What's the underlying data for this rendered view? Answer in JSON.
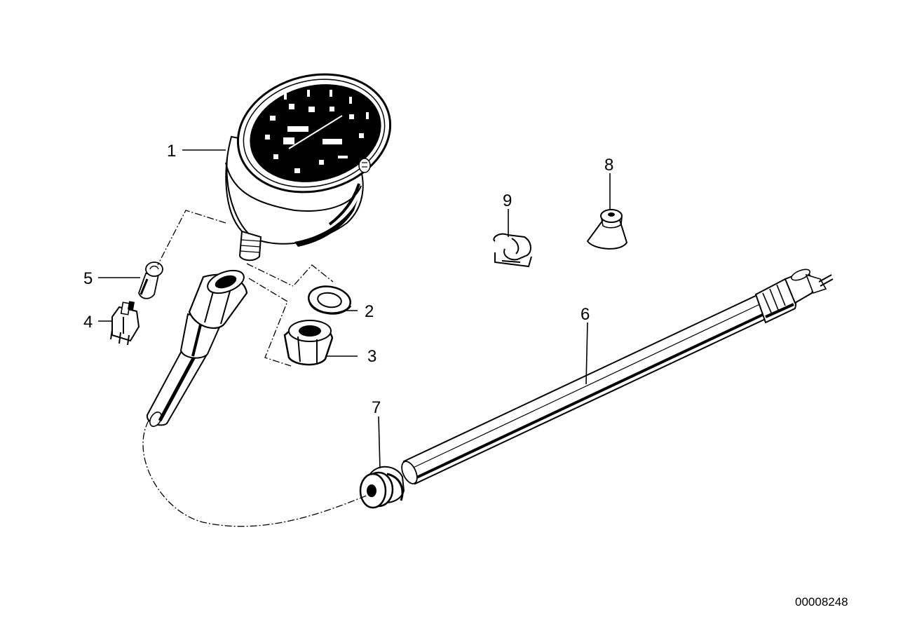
{
  "diagram": {
    "reference_number": "00008248",
    "callouts": {
      "c1": "1",
      "c2": "2",
      "c3": "3",
      "c4": "4",
      "c5": "5",
      "c6": "6",
      "c7": "7",
      "c8": "8",
      "c9": "9"
    }
  }
}
